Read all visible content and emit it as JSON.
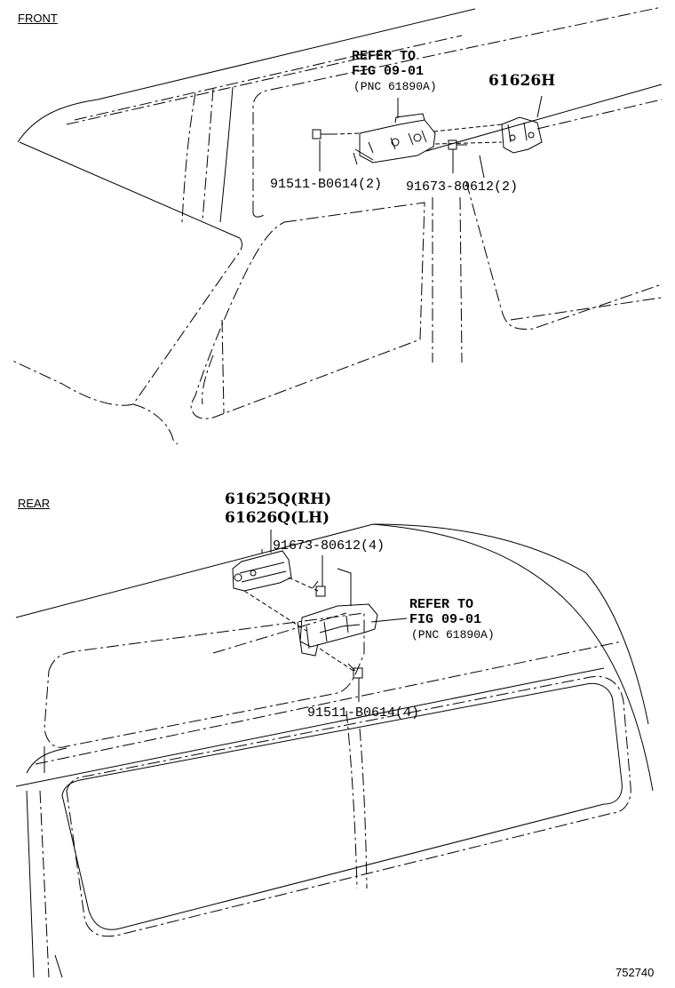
{
  "sections": {
    "front": {
      "title": "FRONT",
      "refer": {
        "line1": "REFER TO",
        "line2": "FIG 09-01",
        "line3": "(PNC 61890A)"
      },
      "part_bracket": "61626H",
      "part_bolt": "91511-B0614(2)",
      "part_screw": "91673-80612(2)"
    },
    "rear": {
      "title": "REAR",
      "part_rh": "61625Q(RH)",
      "part_lh": "61626Q(LH)",
      "part_screw": "91673-80612(4)",
      "refer": {
        "line1": "REFER TO",
        "line2": "FIG 09-01",
        "line3": "(PNC 61890A)"
      },
      "part_bolt": "91511-B0614(4)"
    }
  },
  "figure_code": "752740"
}
